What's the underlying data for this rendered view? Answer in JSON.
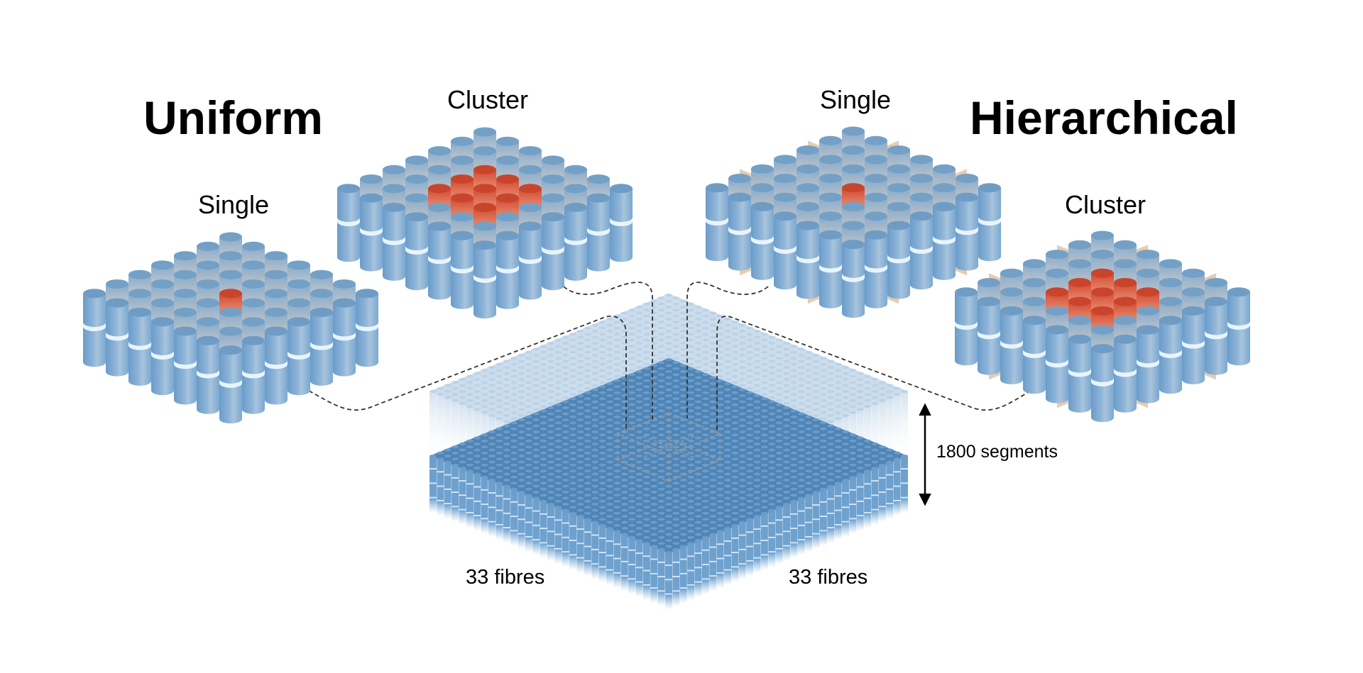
{
  "titles": {
    "uniform": "Uniform",
    "hierarchical": "Hierarchical"
  },
  "clusters": [
    {
      "group": "uniform",
      "label": "Single",
      "highlight": "single",
      "hierarchical": false
    },
    {
      "group": "uniform",
      "label": "Cluster",
      "highlight": "cluster",
      "hierarchical": false
    },
    {
      "group": "hierarchical",
      "label": "Single",
      "highlight": "single",
      "hierarchical": true
    },
    {
      "group": "hierarchical",
      "label": "Cluster",
      "highlight": "cluster",
      "hierarchical": true
    }
  ],
  "block": {
    "fibres_left": "33 fibres",
    "fibres_right": "33 fibres",
    "segments": "1800 segments"
  },
  "colors": {
    "fibre_blue": "#6f9cc4",
    "highlight_red": "#c8452c",
    "boundary_tan": "#c98f52",
    "band": "#e8f5ff"
  }
}
